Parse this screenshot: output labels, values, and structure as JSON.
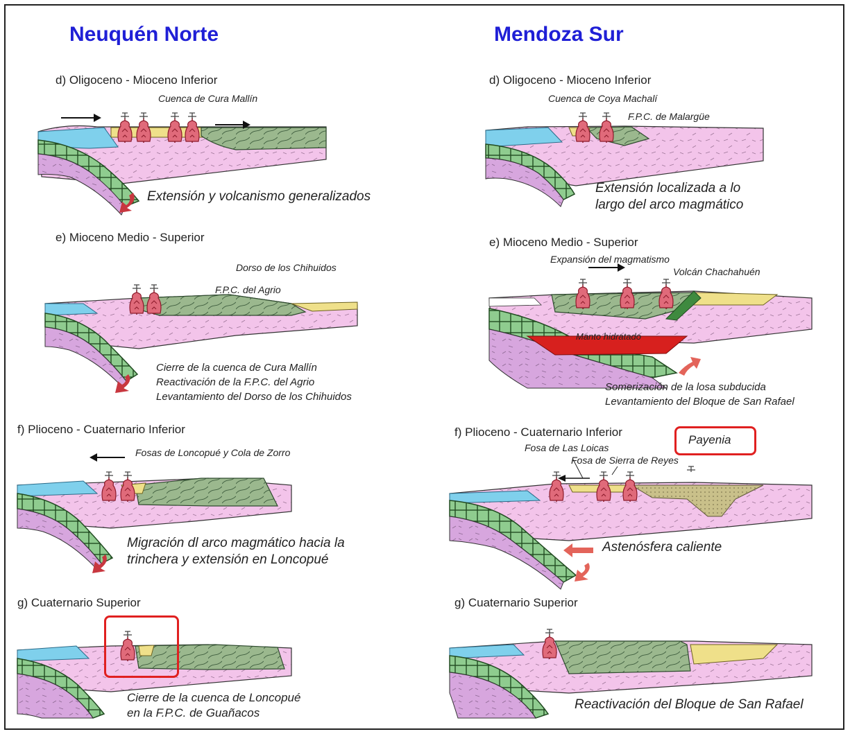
{
  "titles": {
    "left": "Neuquén Norte",
    "right": "Mendoza Sur"
  },
  "left": {
    "d": {
      "stage": "d) Oligoceno - Mioceno Inferior",
      "label1": "Cuenca de Cura Mallín",
      "caption": "Extensión y volcanismo generalizados"
    },
    "e": {
      "stage": "e) Mioceno Medio - Superior",
      "label1": "Dorso de los Chihuidos",
      "label2": "F.P.C. del Agrio",
      "caption1": "Cierre de la cuenca de Cura Mallín",
      "caption2": "Reactivación de la F.P.C. del Agrio",
      "caption3": "Levantamiento del Dorso de los Chihuidos"
    },
    "f": {
      "stage": "f) Plioceno - Cuaternario Inferior",
      "label1": "Fosas de Loncopué y Cola de Zorro",
      "caption1": "Migración dl arco magmático hacia la",
      "caption2": "trinchera y extensión en Loncopué"
    },
    "g": {
      "stage": "g) Cuaternario Superior",
      "caption1": "Cierre de la cuenca de  Loncopué",
      "caption2": "en la F.P.C. de  Guañacos"
    }
  },
  "right": {
    "d": {
      "stage": "d) Oligoceno - Mioceno Inferior",
      "label1": "Cuenca de Coya Machalí",
      "label2": "F.P.C. de Malargüe",
      "caption1": "Extensión localizada a lo",
      "caption2": "largo del arco magmático"
    },
    "e": {
      "stage": "e) Mioceno Medio - Superior",
      "label1": "Expansión del magmatismo",
      "label2": "Volcán Chachahuén",
      "label3": "Manto hidratado",
      "caption1": "Somerización de la losa subducida",
      "caption2": "Levantamiento del Bloque de San Rafael"
    },
    "f": {
      "stage": "f) Plioceno - Cuaternario Inferior",
      "label1": "Fosa de Las Loicas",
      "label2": "Fosa de Sierra de Reyes",
      "payenia": "Payenia",
      "caption": "Astenósfera caliente"
    },
    "g": {
      "stage": "g) Cuaternario Superior",
      "caption": "Reactivación del Bloque de San Rafael"
    }
  },
  "colors": {
    "ocean": "#7fd0ec",
    "crust": "#f3c4ea",
    "mantle": "#d7a6de",
    "slab": "#8fcc8f",
    "basin": "#9bb88e",
    "sediment": "#efe08a",
    "volcano": "#e06a7a",
    "arrow": "#d94e4e",
    "highlight": "#e02020",
    "title": "#1f1fd6"
  }
}
